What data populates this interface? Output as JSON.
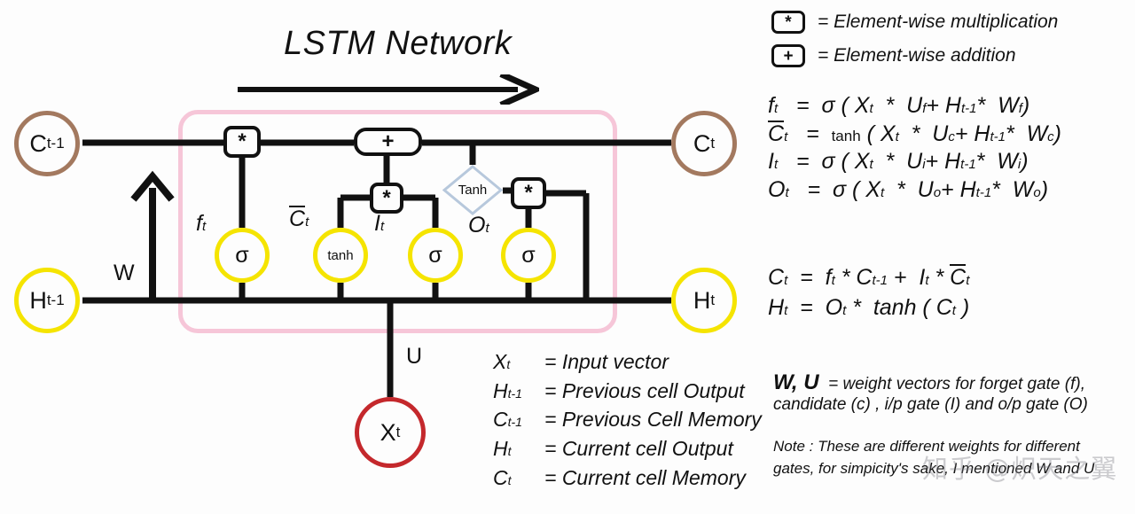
{
  "diagram": {
    "title": "LSTM Network",
    "flow_arrow_icon": "right-arrow-icon",
    "cell_border_color": "#f6c6d8"
  },
  "states": {
    "c_prev": {
      "base": "C",
      "sub": "t-1",
      "color": "#a3795f"
    },
    "h_prev": {
      "base": "H",
      "sub": "t-1",
      "color": "#f5e400"
    },
    "c_next": {
      "base": "C",
      "sub": "t",
      "color": "#a3795f"
    },
    "h_next": {
      "base": "H",
      "sub": "t",
      "color": "#f5e400"
    },
    "x_in": {
      "base": "X",
      "sub": "t",
      "color": "#c4282c"
    }
  },
  "activations": {
    "forget": "σ",
    "candidate": "tanh",
    "input": "σ",
    "output": "σ",
    "cell_tanh": "Tanh"
  },
  "operators": {
    "mul_forget": "*",
    "add": "+",
    "mul_candidate": "*",
    "mul_output": "*"
  },
  "gate_labels": {
    "forget": {
      "base": "f",
      "sub": "t"
    },
    "candidate": {
      "base": "C",
      "sub": "t",
      "overbar": true
    },
    "input": {
      "base": "I",
      "sub": "t"
    },
    "output": {
      "base": "O",
      "sub": "t"
    }
  },
  "weights": {
    "w": "W",
    "u": "U"
  },
  "legend_symbols": [
    {
      "symbol": "*",
      "text": "= Element-wise multiplication"
    },
    {
      "symbol": "+",
      "text": "= Element-wise addition"
    }
  ],
  "equations_gates": [
    {
      "lhs": "f",
      "lhs_sub": "t",
      "lhs_bar": false,
      "fn": "σ",
      "fn_small": false,
      "u_sub": "f",
      "w_sub": "f"
    },
    {
      "lhs": "C",
      "lhs_sub": "t",
      "lhs_bar": true,
      "fn": "tanh",
      "fn_small": true,
      "u_sub": "c",
      "w_sub": "c"
    },
    {
      "lhs": "I",
      "lhs_sub": "t",
      "lhs_bar": false,
      "fn": "σ",
      "fn_small": false,
      "u_sub": "i",
      "w_sub": "i"
    },
    {
      "lhs": "O",
      "lhs_sub": "t",
      "lhs_bar": false,
      "fn": "σ",
      "fn_small": false,
      "u_sub": "o",
      "w_sub": "o"
    }
  ],
  "equations_state": {
    "cell": "C t  =  f t * C t-1 +  I t * C̄ t",
    "hidden": "H t  =  O t *  tanh ( C t )"
  },
  "variable_legend": [
    {
      "key": "X",
      "key_sub": "t",
      "text": "= Input vector"
    },
    {
      "key": "H",
      "key_sub": "t-1",
      "text": "= Previous cell Output"
    },
    {
      "key": "C",
      "key_sub": "t-1",
      "text": "= Previous Cell Memory"
    },
    {
      "key": "H",
      "key_sub": "t",
      "text": "= Current cell Output"
    },
    {
      "key": "C",
      "key_sub": "t",
      "text": "= Current cell Memory"
    }
  ],
  "weights_note": {
    "heading": "W, U",
    "line1": "= weight vectors for forget gate (f),",
    "line2": "candidate (c) , i/p gate (I) and o/p gate (O)"
  },
  "note": {
    "line1": "Note : These are different weights for different",
    "line2": "gates, for simpicity's sake, I mentioned W and U"
  },
  "watermark": "知乎 @炽天之翼"
}
